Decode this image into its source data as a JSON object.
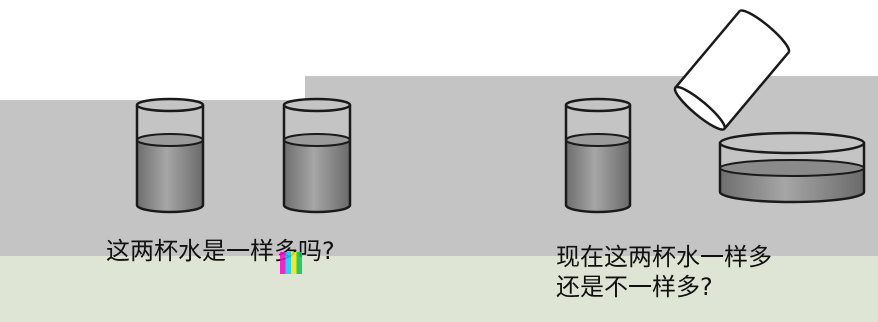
{
  "question_left": "这两杯水是一样多吗?",
  "question_right_line1": "现在这两杯水一样多",
  "question_right_line2": "还是不一样多?",
  "colors": {
    "band": "#c4c4c4",
    "band_bottom": "#dfe5d5",
    "water": "#8f8f8f",
    "outline": "#1a1a1a"
  },
  "icons": [
    "cup-left-icon",
    "cup-middle-icon",
    "cup-right-icon",
    "pouring-cup-icon",
    "basin-icon"
  ]
}
